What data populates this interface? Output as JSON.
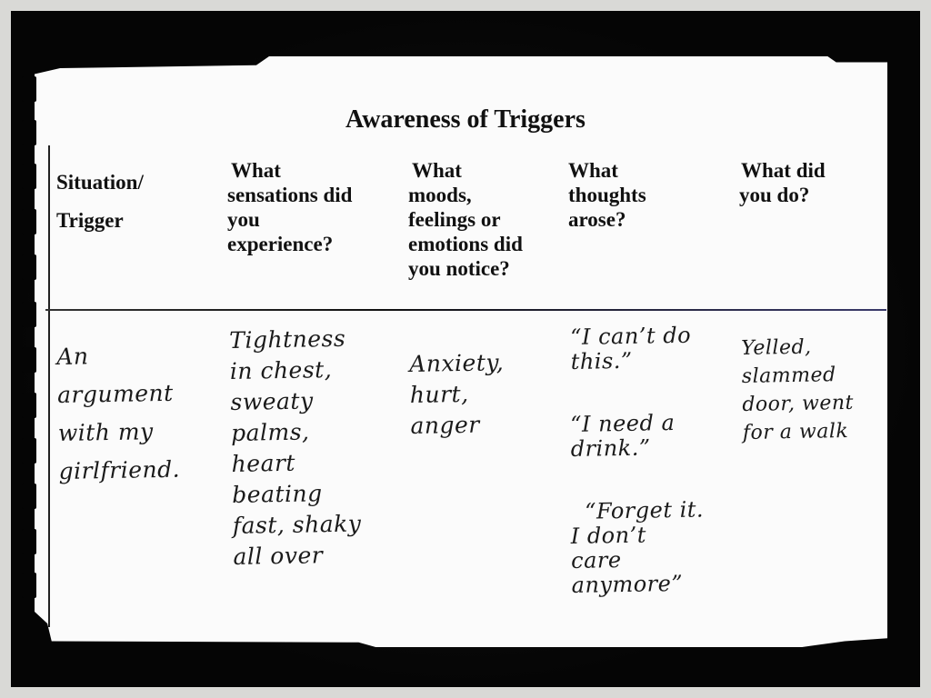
{
  "title": "Awareness of Triggers",
  "columns": [
    {
      "header_lines": [
        "Situation/",
        "Trigger"
      ]
    },
    {
      "header_lines": [
        "What",
        "sensations did",
        "you",
        "experience?"
      ]
    },
    {
      "header_lines": [
        "What",
        "moods,",
        "feelings or",
        "emotions did",
        "you notice?"
      ]
    },
    {
      "header_lines": [
        "What",
        "thoughts",
        "arose?"
      ]
    },
    {
      "header_lines": [
        "What did",
        "you do?"
      ]
    }
  ],
  "entries": {
    "situation": [
      "An",
      "argument",
      "with my",
      "girlfriend."
    ],
    "sensations": [
      "Tightness",
      "in chest,",
      "sweaty",
      "palms,",
      "heart",
      "beating",
      "fast, shaky",
      "all over"
    ],
    "moods": [
      "Anxiety,",
      "hurt,",
      "anger"
    ],
    "thoughts": [
      [
        "“I can’t do",
        "this.”"
      ],
      [
        "“I need a",
        "drink.”"
      ],
      [
        "“Forget it.",
        "I don’t",
        "care",
        "anymore”"
      ]
    ],
    "actions": [
      "Yelled,",
      "slammed",
      "door, went",
      "for a walk"
    ]
  }
}
